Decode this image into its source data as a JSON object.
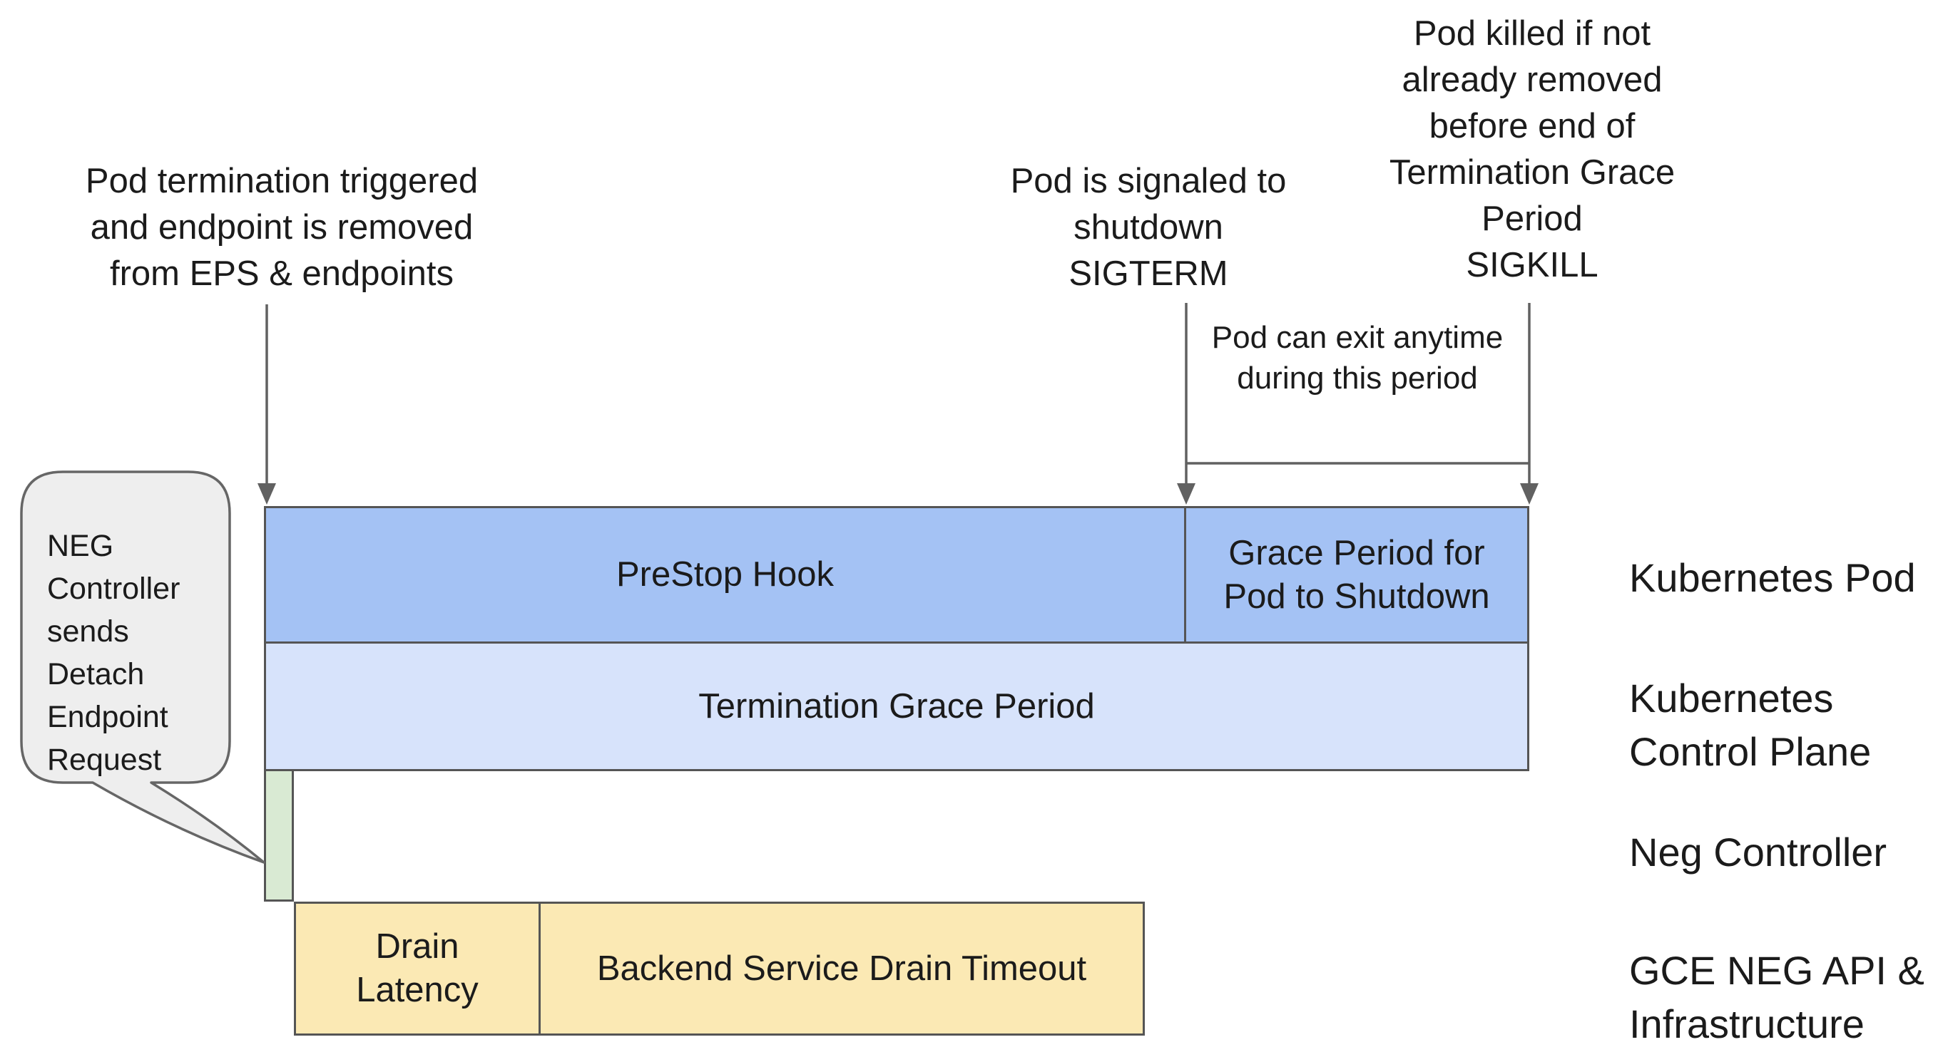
{
  "colors": {
    "bar_blue": "#a4c2f4",
    "bar_light_blue": "#d7e3fb",
    "bar_green": "#d9ead3",
    "bar_yellow": "#fbe9b4",
    "bar_border": "#555555",
    "arrow": "#616161",
    "bubble_fill": "#eeeeee",
    "bubble_border": "#666666",
    "text": "#1b1b1b",
    "background": "#ffffff"
  },
  "annotations": {
    "pod_termination": "Pod termination triggered\nand endpoint is removed\nfrom EPS & endpoints",
    "sigterm": "Pod is signaled to\nshutdown\nSIGTERM",
    "sigkill": "Pod killed if not\nalready removed\nbefore end of\nTermination Grace\nPeriod\nSIGKILL",
    "exit_note": "Pod can exit anytime\nduring this period"
  },
  "callout": {
    "text": "NEG\nController\nsends\nDetach\nEndpoint\nRequest"
  },
  "timeline": {
    "prestop_hook": "PreStop Hook",
    "grace_period": "Grace Period for\nPod to Shutdown",
    "termination_grace_period": "Termination Grace Period",
    "drain_latency": "Drain\nLatency",
    "backend_drain_timeout": "Backend Service Drain Timeout"
  },
  "lanes": {
    "kubernetes_pod": "Kubernetes Pod",
    "kubernetes_control_plane": "Kubernetes\nControl Plane",
    "neg_controller": "Neg Controller",
    "gce_neg_api": "GCE NEG API &\nInfrastructure"
  }
}
